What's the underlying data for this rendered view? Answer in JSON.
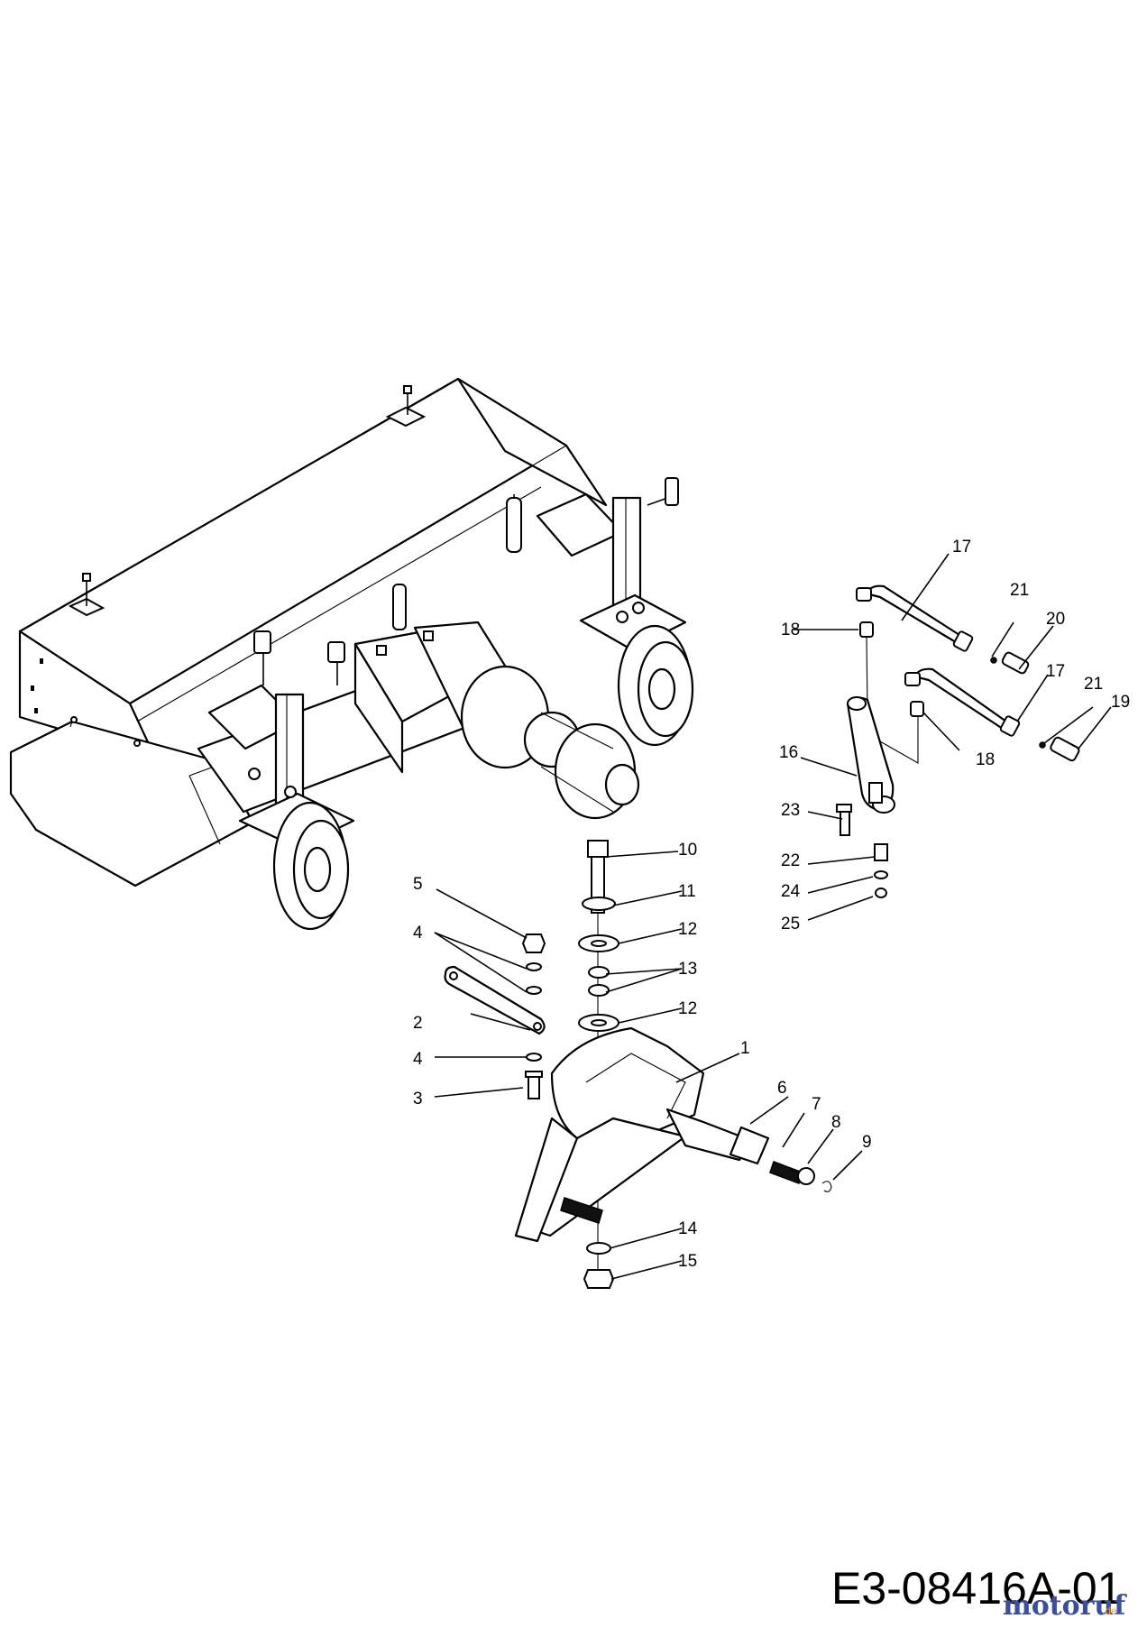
{
  "drawing": {
    "code": "E3-08416A-01",
    "watermark": {
      "brand": "motoruf",
      "suffix": ".de",
      "color_primary": "#3a4fa0",
      "color_accent": "#e8a23a"
    }
  },
  "callouts": {
    "c1": "1",
    "c2": "2",
    "c3": "3",
    "c4a": "4",
    "c4b": "4",
    "c5": "5",
    "c6": "6",
    "c7": "7",
    "c8": "8",
    "c9": "9",
    "c10": "10",
    "c11": "11",
    "c12a": "12",
    "c12b": "12",
    "c13": "13",
    "c14": "14",
    "c15": "15",
    "c16": "16",
    "c17a": "17",
    "c17b": "17",
    "c18a": "18",
    "c18b": "18",
    "c19": "19",
    "c20": "20",
    "c21a": "21",
    "c21b": "21",
    "c22": "22",
    "c23": "23",
    "c24": "24",
    "c25": "25"
  }
}
